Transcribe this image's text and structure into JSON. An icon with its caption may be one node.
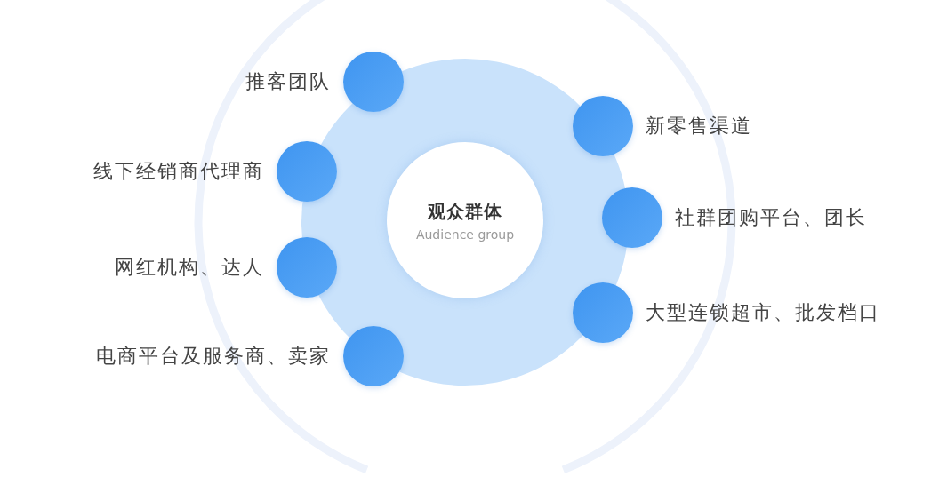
{
  "diagram": {
    "nodes": [
      {
        "text": [
          "观众群体",
          "Audience group"
        ]
      },
      {
        "text": [],
        "shape": "circle",
        "beside": [
          "推客团队"
        ]
      },
      {
        "text": [],
        "shape": "circle",
        "beside": [
          "线下经销商代理商"
        ]
      },
      {
        "text": [],
        "shape": "circle",
        "beside": [
          "网红机构、达人"
        ]
      },
      {
        "text": [],
        "shape": "circle",
        "beside": [
          "电商平台及服务商、卖家"
        ]
      },
      {
        "text": [],
        "shape": "circle",
        "beside": [
          "新零售渠道"
        ]
      },
      {
        "text": [],
        "shape": "circle",
        "beside": [
          "社群团购平台、团长"
        ]
      },
      {
        "text": [],
        "shape": "circle",
        "beside": [
          "大型连锁超市、批发档口"
        ]
      }
    ]
  }
}
